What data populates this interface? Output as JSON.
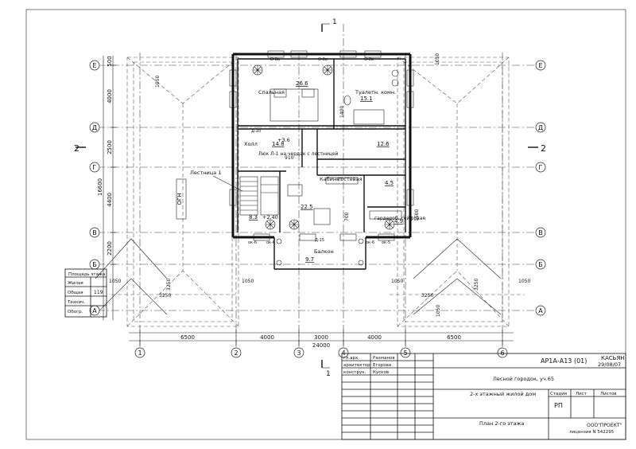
{
  "title_block": {
    "sheet_code": "АР1А-А13  (01)",
    "client": "КАСЬЯН",
    "date": "29/08/07",
    "location": "Лесной городок, уч.65",
    "project": "2-х этажный жилой дом",
    "stage_label": "Стадия",
    "sheet_label": "Лист",
    "sheets_label": "Листов",
    "stage": "РП",
    "sheet_title": "План 2-го этажа",
    "company": "ООО\"ПРОЕКТ\"",
    "license": "лицензия N 542295",
    "roles": [
      {
        "role": "гл.арх.",
        "name": "Рахманов"
      },
      {
        "role": "архитектор",
        "name": "Егорова"
      },
      {
        "role": "конструк.",
        "name": "Кусков"
      }
    ]
  },
  "area_table": {
    "header": "Площадь этажа",
    "rows": [
      {
        "label": "Жилая",
        "value": ""
      },
      {
        "label": "Общая",
        "value": "119"
      },
      {
        "label": "Технич.",
        "value": ""
      },
      {
        "label": "Обогр.",
        "value": ""
      }
    ]
  },
  "axes": {
    "numbered": [
      "1",
      "2",
      "3",
      "4",
      "5",
      "6"
    ],
    "lettered_left": [
      "Е",
      "Д",
      "Г",
      "В",
      "Б",
      "А"
    ],
    "lettered_right": [
      "Е",
      "Д",
      "Г",
      "В",
      "Б",
      "А"
    ]
  },
  "dimensions": {
    "bottom_segments": [
      "6500",
      "4000",
      "3000",
      "4000",
      "6500"
    ],
    "bottom_total": "24000",
    "left_segments": [
      "500",
      "4000",
      "2500",
      "4400",
      "2200"
    ],
    "left_total": "16600",
    "misc": [
      "1050",
      "1050",
      "1050",
      "3250",
      "3250",
      "1050",
      "1050",
      "1050",
      "3250",
      "3250",
      "1400",
      "1500",
      "700",
      "910",
      "1050"
    ]
  },
  "section_marks": {
    "top": "1",
    "bottom": "1",
    "left": "2",
    "right": "2"
  },
  "rooms": [
    {
      "name": "Спальная",
      "area": "26.6"
    },
    {
      "name": "Туалетн. комн.",
      "area": "15.1"
    },
    {
      "name": "Холл",
      "area": "14.8"
    },
    {
      "name": "",
      "area": "12.6"
    },
    {
      "name": "Кабинет",
      "area": "22.5"
    },
    {
      "name": "гостевая",
      "area": "4.5"
    },
    {
      "name": "гардероб. сейфовая",
      "area": "4.9"
    },
    {
      "name": "Лестница 1",
      "area": "8.3"
    },
    {
      "name": "Балкон",
      "area": "9.7"
    }
  ],
  "annotations": {
    "hatch": "Люк Л-1 на чердак с лестницей",
    "level_hall": "+3.6",
    "level_stair": "+2.40",
    "stair_callout": "Лестница 1",
    "window_small": "Д-15",
    "window_d10": "Д-10",
    "window_ok6a": "ок-6",
    "window_ok6b": "ок-6",
    "window_ok6c": "ок-6",
    "window_ok5": "ок-5",
    "window_ok8a": "О-8а",
    "window_ok8b": "О-8а",
    "window_ok8c": "О-8а",
    "roof_label": "ОГН"
  }
}
